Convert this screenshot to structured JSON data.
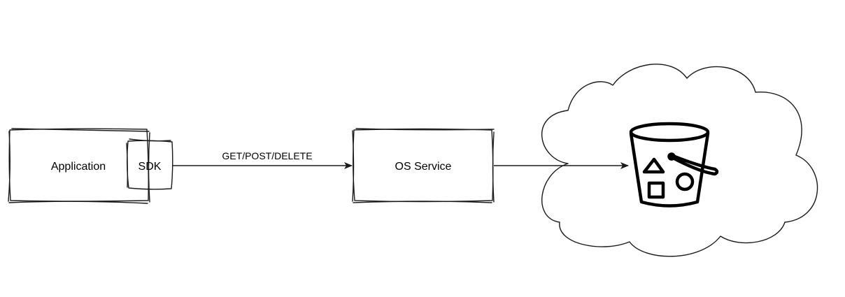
{
  "diagram": {
    "nodes": {
      "application": {
        "label": "Application"
      },
      "sdk": {
        "label": "SDK"
      },
      "os_service": {
        "label": "OS Service"
      },
      "cloud_storage": {
        "icon": "object-storage-bucket-icon"
      }
    },
    "edges": [
      {
        "from": "sdk",
        "to": "os_service",
        "label": "GET/POST/DELETE"
      },
      {
        "from": "os_service",
        "to": "cloud_storage",
        "label": ""
      }
    ],
    "colors": {
      "fill": "#f5cf1b",
      "stroke": "#1a1a1a",
      "cloud_fill": "#ffffff",
      "background": "#ffffff"
    }
  }
}
